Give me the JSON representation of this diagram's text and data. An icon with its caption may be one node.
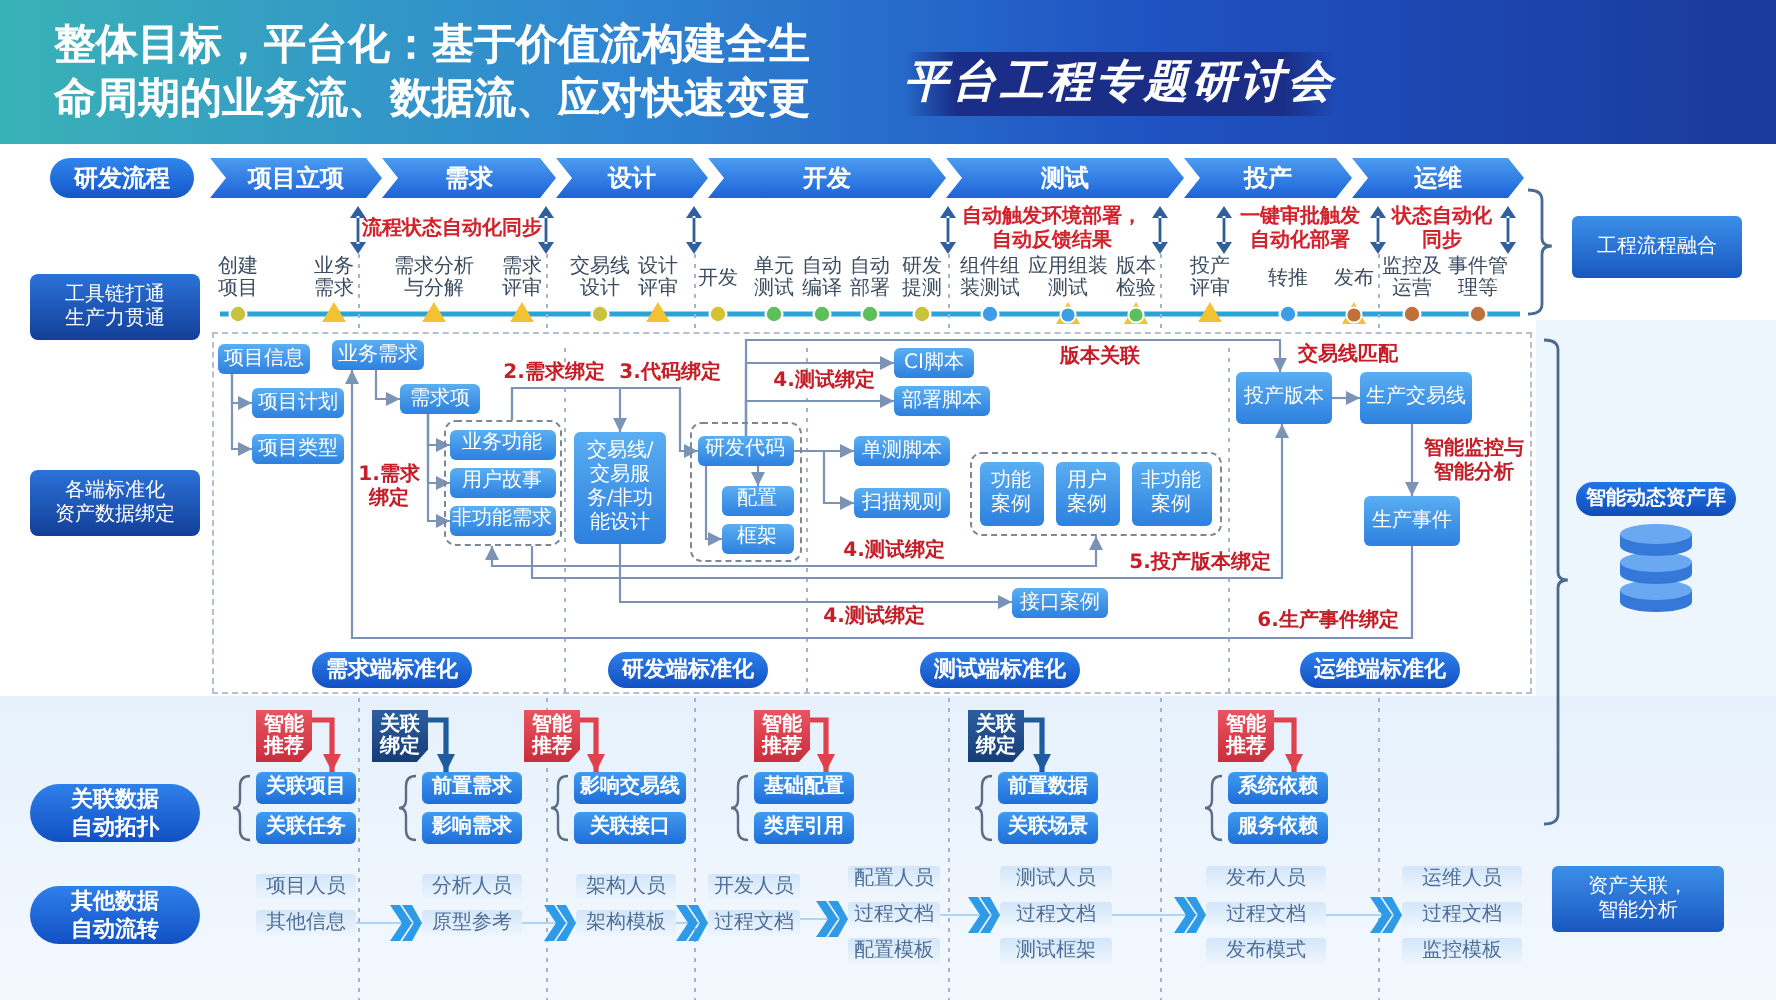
{
  "diagram": {
    "title": "整体目标，平台化：基于价值流构建全生命周期的业务流、数据流、应对快速变更",
    "nodes": [
      {
        "text": [
          "研发流程"
        ]
      },
      {
        "text": [
          "项目立项"
        ]
      },
      {
        "text": [
          "需求"
        ]
      },
      {
        "text": [
          "设计"
        ]
      },
      {
        "text": [
          "开发"
        ]
      },
      {
        "text": [
          "测试"
        ]
      },
      {
        "text": [
          "投产"
        ]
      },
      {
        "text": [
          "运维"
        ]
      },
      {
        "text": [
          "工程流程融合"
        ]
      },
      {
        "text": [
          "工具链打通生产力贯通"
        ]
      },
      {
        "text": [
          "各端标准化资产数据绑定"
        ]
      },
      {
        "text": [],
        "shape": "box"
      },
      {
        "text": [
          "项目信息"
        ],
        "in": 11
      },
      {
        "text": [
          "业务需求"
        ],
        "in": 11
      },
      {
        "text": [
          "项目计划"
        ],
        "in": 11
      },
      {
        "text": [
          "需求项"
        ],
        "in": 11
      },
      {
        "text": [
          "项目类型"
        ],
        "in": 11
      },
      {
        "text": [],
        "shape": "box",
        "in": 11
      },
      {
        "text": [
          "业务功能"
        ],
        "in": 17
      },
      {
        "text": [
          "用户故事"
        ],
        "in": 17
      },
      {
        "text": [
          "非功能需求"
        ],
        "in": 17
      },
      {
        "text": [
          "交易线/交易服务/非功能设计"
        ],
        "in": 11
      },
      {
        "text": [],
        "shape": "box",
        "in": 11
      },
      {
        "text": [
          "研发代码"
        ],
        "in": 22
      },
      {
        "text": [
          "配置"
        ],
        "in": 22
      },
      {
        "text": [
          "框架"
        ],
        "in": 22
      },
      {
        "text": [
          "CI脚本"
        ],
        "in": 11
      },
      {
        "text": [
          "部署脚本"
        ],
        "in": 11
      },
      {
        "text": [
          "单测脚本"
        ],
        "in": 11
      },
      {
        "text": [
          "扫描规则"
        ],
        "in": 11
      },
      {
        "text": [],
        "shape": "box",
        "in": 11
      },
      {
        "text": [
          "功能案例"
        ],
        "in": 30
      },
      {
        "text": [
          "用户案例"
        ],
        "in": 30
      },
      {
        "text": [
          "非功能案例"
        ],
        "in": 30
      },
      {
        "text": [
          "接口案例"
        ],
        "in": 11
      },
      {
        "text": [
          "投产版本"
        ],
        "in": 11
      },
      {
        "text": [
          "生产交易线"
        ],
        "in": 11
      },
      {
        "text": [
          "生产事件"
        ],
        "in": 11
      },
      {
        "text": [
          "需求端标准化"
        ],
        "in": 11
      },
      {
        "text": [
          "研发端标准化"
        ],
        "in": 11
      },
      {
        "text": [
          "测试端标准化"
        ],
        "in": 11
      },
      {
        "text": [
          "运维端标准化"
        ],
        "in": 11
      },
      {
        "text": [
          "智能动态资产库"
        ]
      },
      {
        "text": [
          "关联数据自动拓扑"
        ]
      },
      {
        "text": [
          "智能推荐"
        ]
      },
      {
        "text": [
          "关联项目"
        ]
      },
      {
        "text": [
          "关联任务"
        ]
      },
      {
        "text": [
          "关联绑定"
        ]
      },
      {
        "text": [
          "前置需求"
        ]
      },
      {
        "text": [
          "影响需求"
        ]
      },
      {
        "text": [
          "智能推荐"
        ]
      },
      {
        "text": [
          "影响交易线"
        ]
      },
      {
        "text": [
          "关联接口"
        ]
      },
      {
        "text": [
          "智能推荐"
        ]
      },
      {
        "text": [
          "基础配置"
        ]
      },
      {
        "text": [
          "类库引用"
        ]
      },
      {
        "text": [
          "关联绑定"
        ]
      },
      {
        "text": [
          "前置数据"
        ]
      },
      {
        "text": [
          "关联场景"
        ]
      },
      {
        "text": [
          "智能推荐"
        ]
      },
      {
        "text": [
          "系统依赖"
        ]
      },
      {
        "text": [
          "服务依赖"
        ]
      },
      {
        "text": [
          "其他数据自动流转"
        ]
      },
      {
        "text": [
          "项目人员"
        ]
      },
      {
        "text": [
          "其他信息"
        ]
      },
      {
        "text": [
          "分析人员"
        ]
      },
      {
        "text": [
          "原型参考"
        ]
      },
      {
        "text": [
          "架构人员"
        ]
      },
      {
        "text": [
          "架构模板"
        ]
      },
      {
        "text": [
          "开发人员"
        ]
      },
      {
        "text": [
          "过程文档"
        ]
      },
      {
        "text": [
          "配置人员"
        ]
      },
      {
        "text": [
          "过程文档"
        ]
      },
      {
        "text": [
          "配置模板"
        ]
      },
      {
        "text": [
          "测试人员"
        ]
      },
      {
        "text": [
          "过程文档"
        ]
      },
      {
        "text": [
          "测试框架"
        ]
      },
      {
        "text": [
          "发布人员"
        ]
      },
      {
        "text": [
          "过程文档"
        ]
      },
      {
        "text": [
          "发布模式"
        ]
      },
      {
        "text": [
          "运维人员"
        ]
      },
      {
        "text": [
          "过程文档"
        ]
      },
      {
        "text": [
          "监控模板"
        ]
      },
      {
        "text": [
          "资产关联，智能分析"
        ]
      }
    ],
    "edges": [
      {
        "from": 12,
        "to": 14,
        "arrow": "to"
      },
      {
        "from": 12,
        "to": 16,
        "arrow": "to"
      },
      {
        "from": 13,
        "to": 15,
        "arrow": "to"
      },
      {
        "from": 15,
        "to": 18,
        "arrow": "to",
        "label": "1.需求绑定"
      },
      {
        "from": 15,
        "to": 19,
        "arrow": "to"
      },
      {
        "from": 15,
        "to": 20,
        "arrow": "to"
      },
      {
        "from": 17,
        "to": 21,
        "arrow": "to",
        "label": "2.需求绑定"
      },
      {
        "from": 17,
        "to": 23,
        "arrow": "to",
        "label": "3.代码绑定"
      },
      {
        "from": 23,
        "to": 24,
        "arrow": "to"
      },
      {
        "from": 23,
        "to": 25,
        "arrow": "to"
      },
      {
        "from": 23,
        "to": 26,
        "arrow": "to"
      },
      {
        "from": 23,
        "to": 27,
        "arrow": "to",
        "label": "4.测试绑定"
      },
      {
        "from": 23,
        "to": 28,
        "arrow": "to"
      },
      {
        "from": 23,
        "to": 29,
        "arrow": "to"
      },
      {
        "from": 23,
        "to": 35,
        "arrow": "to",
        "label": "版本关联"
      },
      {
        "from": 17,
        "to": 30,
        "arrow": "both",
        "label": "4.测试绑定"
      },
      {
        "from": 17,
        "to": 35,
        "arrow": "to",
        "label": "5.投产版本绑定"
      },
      {
        "from": 21,
        "to": 34,
        "arrow": "to",
        "label": "4.测试绑定"
      },
      {
        "from": 35,
        "to": 36,
        "arrow": "to",
        "label": "交易线匹配"
      },
      {
        "from": 36,
        "to": 37,
        "arrow": "to",
        "label": "智能监控与智能分析"
      },
      {
        "from": 37,
        "to": 13,
        "arrow": "to",
        "label": "6.生产事件绑定"
      },
      {
        "from": 44,
        "to": 45,
        "arrow": "to",
        "style": "thick",
        "color": "#e0414d"
      },
      {
        "from": 47,
        "to": 48,
        "arrow": "to",
        "style": "thick",
        "color": "#1f5c9e"
      },
      {
        "from": 50,
        "to": 51,
        "arrow": "to",
        "style": "thick",
        "color": "#e0414d"
      },
      {
        "from": 53,
        "to": 54,
        "arrow": "to",
        "style": "thick",
        "color": "#e0414d"
      },
      {
        "from": 56,
        "to": 57,
        "arrow": "to",
        "style": "thick",
        "color": "#1f5c9e"
      },
      {
        "from": 59,
        "to": 60,
        "arrow": "to",
        "style": "thick",
        "color": "#e0414d"
      },
      {
        "from": 64,
        "to": 66,
        "arrow": "to",
        "color": "#2f9ae6"
      },
      {
        "from": 66,
        "to": 68,
        "arrow": "to",
        "color": "#2f9ae6"
      },
      {
        "from": 68,
        "to": 70,
        "arrow": "to",
        "color": "#2f9ae6"
      },
      {
        "from": 70,
        "to": 72,
        "arrow": "to",
        "color": "#2f9ae6"
      },
      {
        "from": 72,
        "to": 75,
        "arrow": "to",
        "color": "#2f9ae6"
      },
      {
        "from": 75,
        "to": 78,
        "arrow": "to",
        "color": "#2f9ae6"
      },
      {
        "from": 78,
        "to": 81,
        "arrow": "to",
        "color": "#2f9ae6"
      }
    ],
    "labels": [
      "平台工程专题研讨会",
      "流程状态自动化同步",
      "自动触发环境部署，自动反馈结果",
      "一键审批触发自动化部署",
      "状态自动化同步",
      "创建项目",
      "业务需求",
      "需求分析与分解",
      "需求评审",
      "交易线设计",
      "设计评审",
      "开发",
      "单元测试",
      "自动编译",
      "自动部署",
      "研发提测",
      "组件组装测试",
      "应用组装测试",
      "版本检验",
      "投产评审",
      "转推",
      "发布",
      "监控及运营",
      "事件管理等"
    ]
  }
}
